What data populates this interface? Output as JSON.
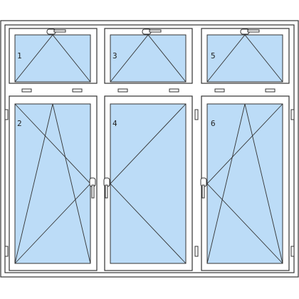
{
  "colors": {
    "glass": "#bcdcf7",
    "frame": "#ffffff",
    "line": "#333333"
  },
  "sashes": [
    {
      "id": "1",
      "label": "1",
      "opening": "bottom-hung",
      "handle": "top"
    },
    {
      "id": "3",
      "label": "3",
      "opening": "bottom-hung",
      "handle": "top"
    },
    {
      "id": "5",
      "label": "5",
      "opening": "bottom-hung",
      "handle": "top"
    },
    {
      "id": "2",
      "label": "2",
      "opening": "tilt-turn-hinged-left",
      "handle": "right"
    },
    {
      "id": "4",
      "label": "4",
      "opening": "turn-hinged-right",
      "handle": "left"
    },
    {
      "id": "6",
      "label": "6",
      "opening": "tilt-turn-hinged-right",
      "handle": "left"
    }
  ]
}
